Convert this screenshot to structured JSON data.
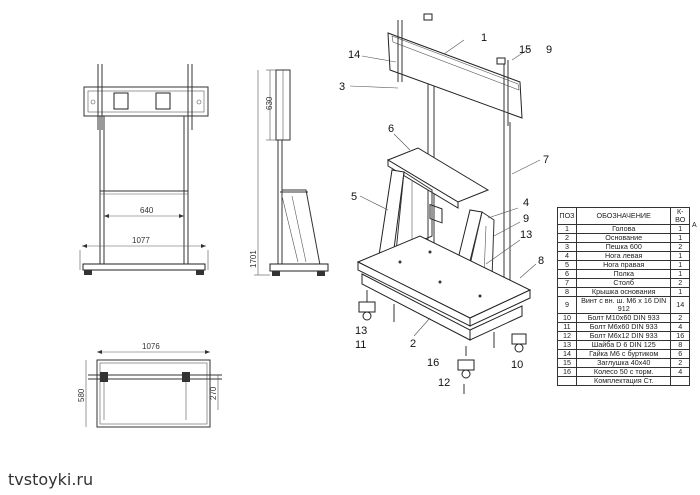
{
  "site": "tvstoyki.ru",
  "dimensions": {
    "front_width_mount": "640",
    "front_width_base": "1077",
    "side_height_top": "630",
    "side_height_total": "1701",
    "top_width": "1076",
    "top_depth": "580",
    "top_inner_depth": "270"
  },
  "callouts": [
    "1",
    "2",
    "3",
    "4",
    "5",
    "6",
    "7",
    "8",
    "9",
    "9",
    "10",
    "11",
    "12",
    "13",
    "13",
    "14",
    "15",
    "16"
  ],
  "table": {
    "headers": {
      "pos": "ПОЗ",
      "name": "ОБОЗНАЧЕНИЕ",
      "qty": "К-ВО"
    },
    "marker": "А",
    "rows": [
      {
        "pos": "1",
        "name": "Голова",
        "qty": "1"
      },
      {
        "pos": "2",
        "name": "Основание",
        "qty": "1"
      },
      {
        "pos": "3",
        "name": "Пешка 600",
        "qty": "2"
      },
      {
        "pos": "4",
        "name": "Нога левая",
        "qty": "1"
      },
      {
        "pos": "5",
        "name": "Нога правая",
        "qty": "1"
      },
      {
        "pos": "6",
        "name": "Полка",
        "qty": "1"
      },
      {
        "pos": "7",
        "name": "Столб",
        "qty": "2"
      },
      {
        "pos": "8",
        "name": "Крышка основания",
        "qty": "1"
      },
      {
        "pos": "9",
        "name": "Винт с вн. ш. М6 х 16 DIN 912",
        "qty": "14"
      },
      {
        "pos": "10",
        "name": "Болт М10х60 DIN 933",
        "qty": "2"
      },
      {
        "pos": "11",
        "name": "Болт М6х60 DIN 933",
        "qty": "4"
      },
      {
        "pos": "12",
        "name": "Болт М6х12 DIN 933",
        "qty": "16"
      },
      {
        "pos": "13",
        "name": "Шайба D 6 DIN 125",
        "qty": "8"
      },
      {
        "pos": "14",
        "name": "Гайка М6 с буртиком",
        "qty": "6"
      },
      {
        "pos": "15",
        "name": "Заглушка 40х40",
        "qty": "2"
      },
      {
        "pos": "16",
        "name": "Колесо 50 с торм.",
        "qty": "4"
      },
      {
        "pos": "",
        "name": "Комплектация Ст.",
        "qty": ""
      }
    ]
  }
}
